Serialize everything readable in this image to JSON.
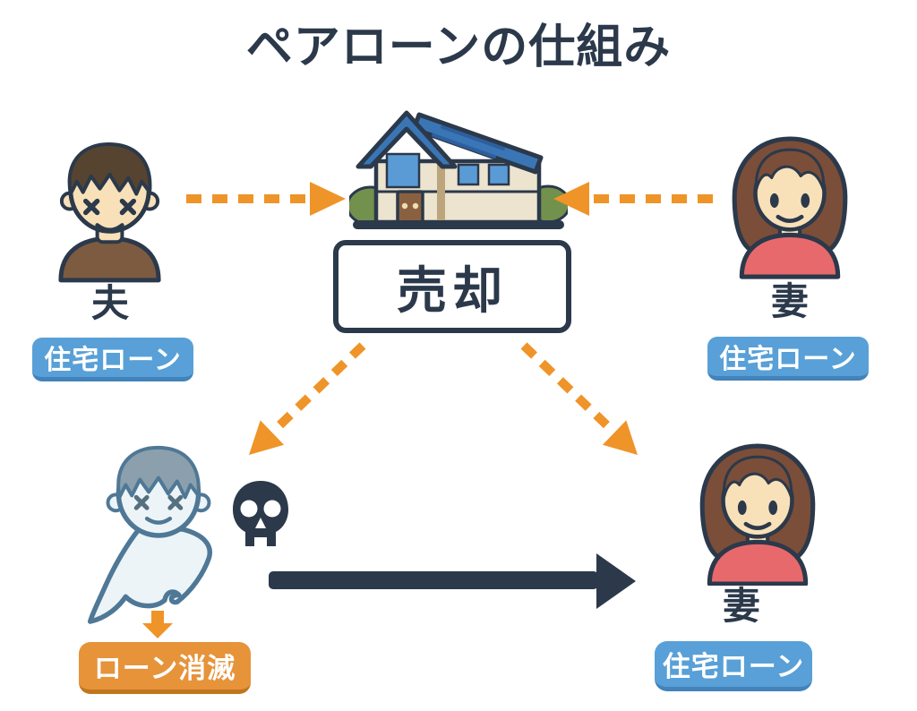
{
  "title": "ペアローンの仕組み",
  "colors": {
    "navy": "#2b394b",
    "orange": "#ef9428",
    "badge-blue": "#58a0d7",
    "badge-blue-edge": "#4183ba",
    "badge-orange": "#e6933a",
    "badge-orange-edge": "#c0761f"
  },
  "top": {
    "husband": {
      "name": "夫",
      "badge": "住宅ローン"
    },
    "wife": {
      "name": "妻",
      "badge": "住宅ローン"
    },
    "sale": "売却"
  },
  "bottom": {
    "deceased_badge": "ローン消滅",
    "wife": {
      "name": "妻",
      "badge": "住宅ローン"
    }
  }
}
